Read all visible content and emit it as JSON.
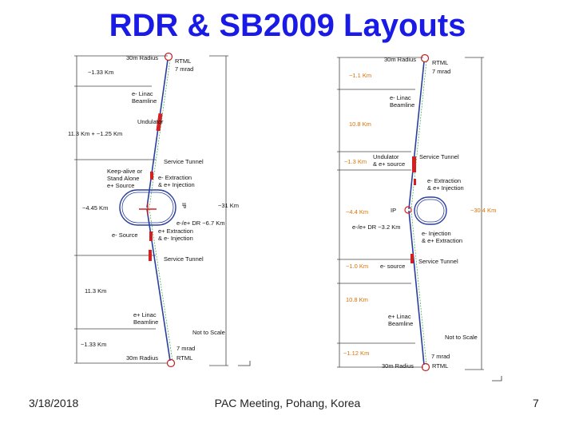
{
  "title": "RDR & SB2009 Layouts",
  "footer": {
    "date": "3/18/2018",
    "center": "PAC Meeting, Pohang, Korea",
    "page": "7"
  },
  "rdr": {
    "radius_top": "30m Radius",
    "rtml_top": "RTML",
    "mrad_top": "7 mrad",
    "dist_top": "~1.33 Km",
    "linac": "e- Linac\nBeamline",
    "undulator": "Undulator",
    "dist_linac": "11.3 Km + ~1.25 Km",
    "service_top": "Service Tunnel",
    "keepalive": "Keep-alive or\nStand Alone\ne+ Source",
    "extract1": "e- Extraction\n& e+ Injection",
    "ip": "IP",
    "dist_31": "~31 Km",
    "dist_445": "~4.45 Km",
    "dr": "e-/e+ DR ~6.7 Km",
    "esource": "e- Source",
    "extract2": "e+ Extraction\n& e- Injection",
    "service_bot": "Service Tunnel",
    "dist_113": "11.3 Km",
    "linac_pos": "e+ Linac\nBeamline",
    "scale": "Not to Scale",
    "dist_bot": "~1.33 Km",
    "mrad_bot": "7 mrad",
    "radius_bot": "30m Radius",
    "rtml_bot": "RTML"
  },
  "sb2009": {
    "radius_top": "30m Radius",
    "rtml_top": "RTML",
    "mrad_top": "7 mrad",
    "dist_top": "~1.1 Km",
    "linac": "e- Linac\nBeamline",
    "dist_108a": "10.8 Km",
    "dist_13": "~1.3 Km",
    "undulator": "Undulator\n& e+ source",
    "service_top": "Service Tunnel",
    "extract1": "e- Extraction\n& e+ Injection",
    "dist_44": "~4.4 Km",
    "ip": "IP",
    "dist_304": "~30.4 Km",
    "dr": "e-/e+ DR ~3.2 Km",
    "inject2": "e- Injection\n& e+ Extraction",
    "dist_10": "~1.0 Km",
    "esource": "e- source",
    "service_bot": "Service Tunnel",
    "dist_108b": "10.8 Km",
    "linac_pos": "e+ Linac\nBeamline",
    "scale": "Not to Scale",
    "dist_bot": "~1.12 Km",
    "mrad_bot": "7 mrad",
    "radius_bot": "30m Radius",
    "rtml_bot": "RTML"
  }
}
